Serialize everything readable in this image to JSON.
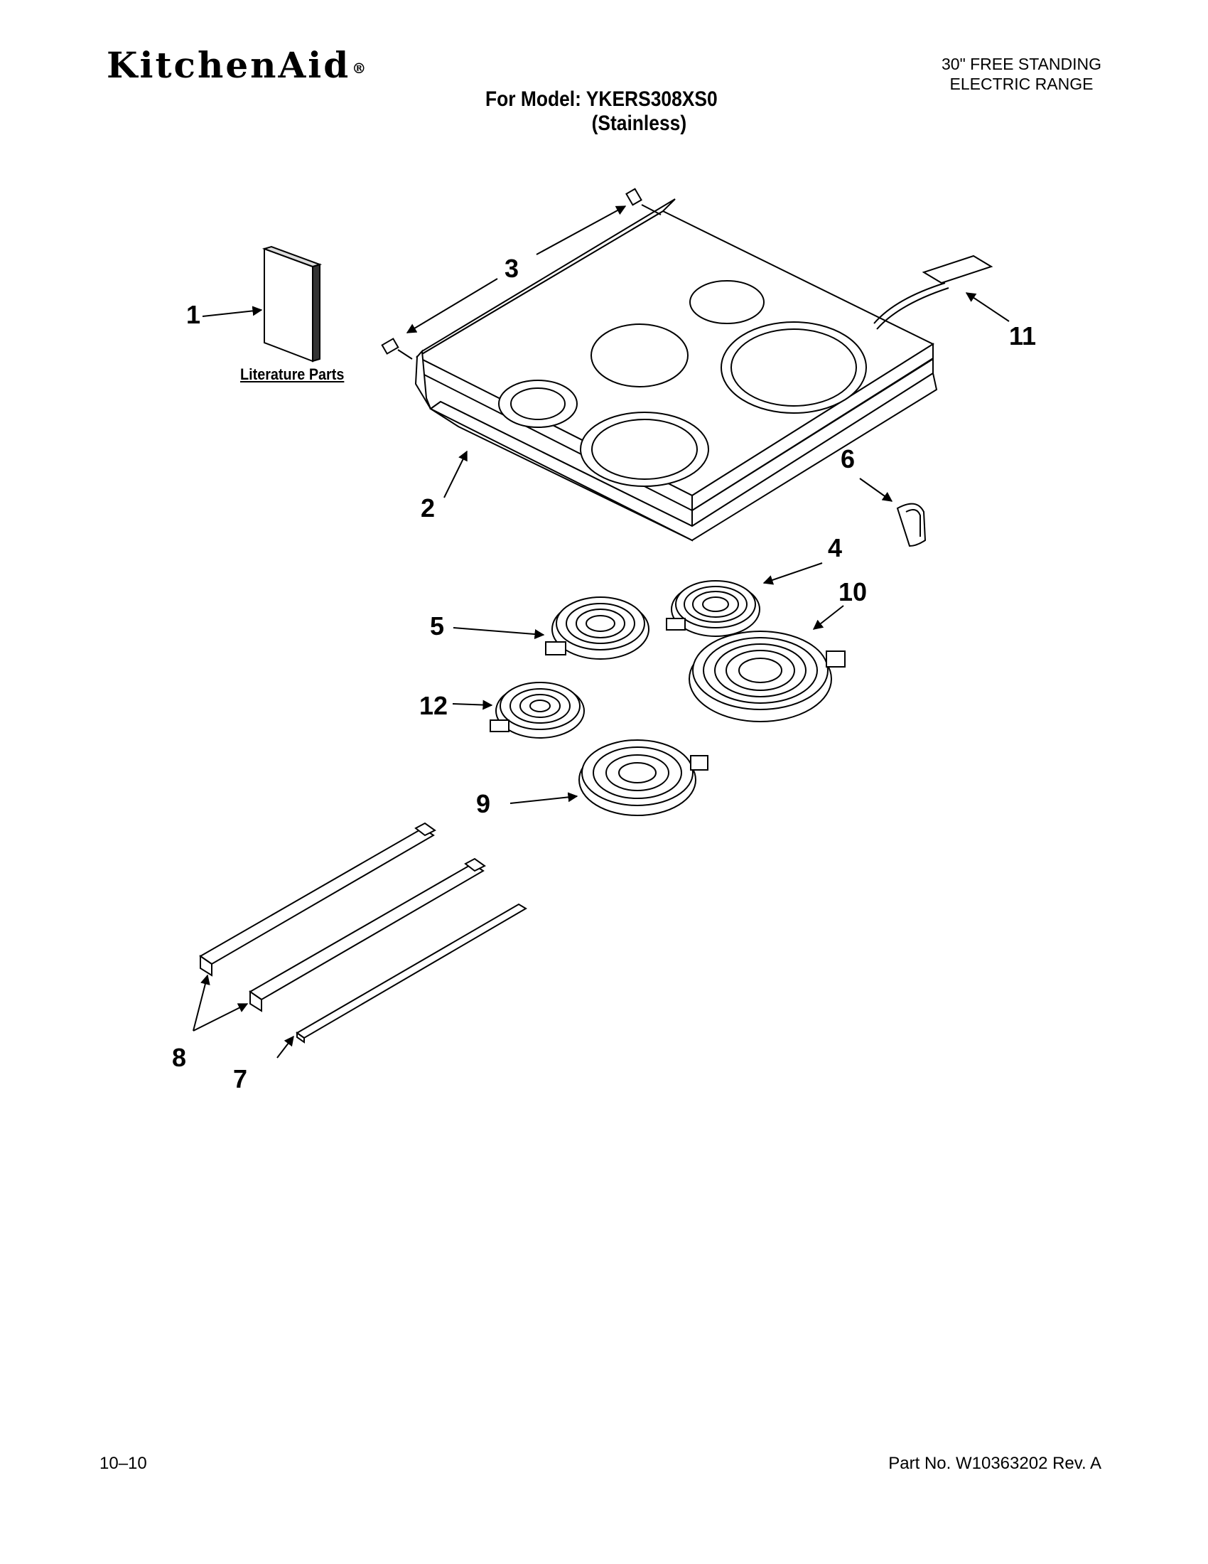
{
  "header": {
    "brand": "KitchenAid",
    "brand_mark": "®",
    "product_line1": "30\" FREE STANDING",
    "product_line2": "ELECTRIC RANGE",
    "model_line": "For Model: YKERS308XS0",
    "model_variant": "(Stainless)"
  },
  "literature_label": "Literature Parts",
  "callouts": [
    "1",
    "2",
    "3",
    "4",
    "5",
    "6",
    "7",
    "8",
    "9",
    "10",
    "11",
    "12"
  ],
  "footer": {
    "date": "10–10",
    "part_number": "Part No. W10363202 Rev. A"
  }
}
